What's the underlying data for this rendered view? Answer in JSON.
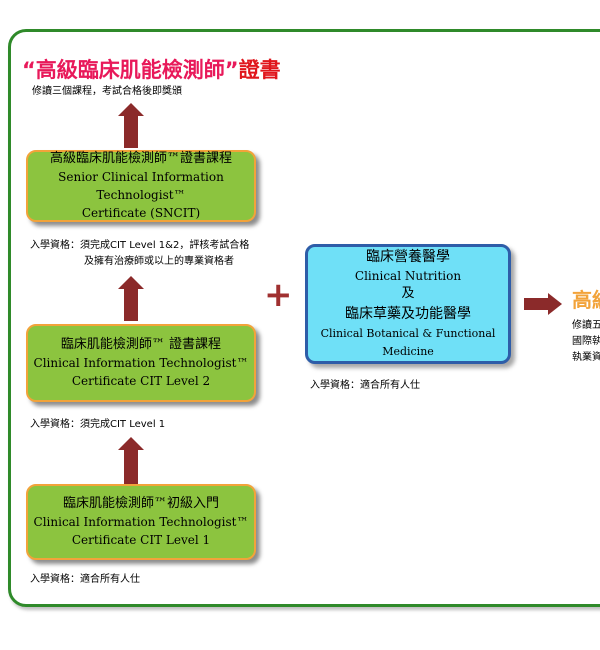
{
  "header": {
    "title_quoted": "“高級臨床肌能檢測師”",
    "title_suffix": "證書",
    "subtitle": "修讀三個課程，考試合格後即獎頒"
  },
  "courses": {
    "sncit": {
      "zh": "高級臨床肌能檢測師™證書課程",
      "en1": "Senior Clinical Information Technologist™",
      "en2": "Certificate (SNCIT)",
      "req1": "入學資格：須完成CIT Level 1&2，評核考試合格",
      "req2": "及擁有治療師或以上的專業資格者"
    },
    "level2": {
      "zh": "臨床肌能檢測師™ 證書課程",
      "en1": "Clinical Information Technologist™",
      "en2": "Certificate CIT Level 2",
      "req": "入學資格：須完成CIT Level 1"
    },
    "level1": {
      "zh": "臨床肌能檢測師™初級入門",
      "en1": "Clinical Information Technologist™",
      "en2": "Certificate CIT Level 1",
      "req": "入學資格：適合所有人仕"
    }
  },
  "nutrition": {
    "zh1": "臨床營養醫學",
    "en1": "Clinical Nutrition",
    "and": "及",
    "zh2": "臨床草藥及功能醫學",
    "en2": "Clinical Botanical & Functional Medicine",
    "req": "入學資格：適合所有人仕"
  },
  "plus_sign": "+",
  "right_panel": {
    "title": "高級",
    "line1": "修讀五",
    "line2": "國際執",
    "line3": "執業資"
  },
  "colors": {
    "frame": "#2f8a2a",
    "green_box": "#8cc43f",
    "orange_border": "#f2a33a",
    "blue_box": "#6fe0f7",
    "blue_border": "#2e5da8",
    "arrow": "#8b2a2a",
    "title_pink": "#e8195a"
  }
}
